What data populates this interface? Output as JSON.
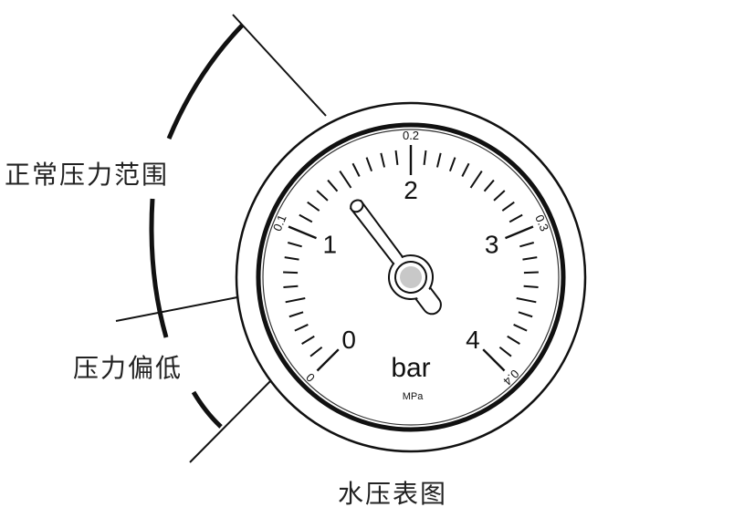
{
  "labels": {
    "normal_range": "正常压力范围",
    "low_pressure": "压力偏低",
    "caption": "水压表图"
  },
  "gauge": {
    "unit_primary": "bar",
    "unit_secondary": "MPa",
    "bar_scale": [
      "0",
      "1",
      "2",
      "3",
      "4"
    ],
    "mpa_scale": [
      "0",
      "0.1",
      "0.2",
      "0.3",
      "0.4"
    ],
    "bar_min": 0,
    "bar_max": 4,
    "needle_value_bar": 1.45,
    "hub_color": "#c8c8c8",
    "line_color": "#111111"
  }
}
